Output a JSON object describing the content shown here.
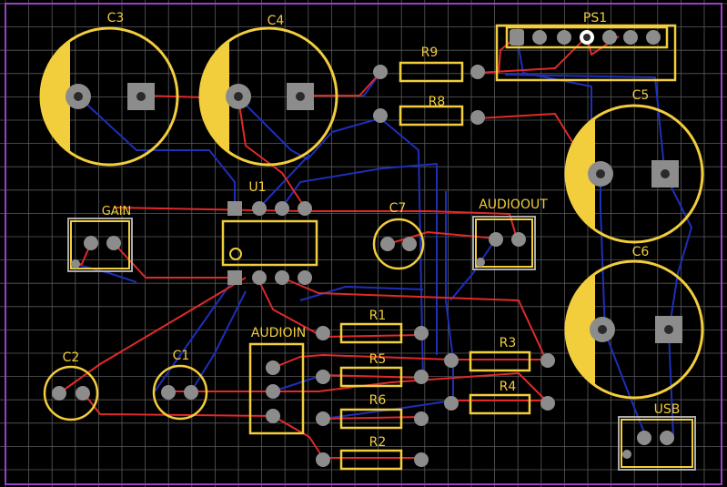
{
  "colors": {
    "background": "#000000",
    "grid": "#5a5a5a",
    "outline": "#9b3fc6",
    "silk": "#f2cd3c",
    "top_trace": "#e02a2a",
    "bottom_trace": "#1e2fb8",
    "pad": "#8c8c8c",
    "hole": "#2a2a2a"
  },
  "labels": {
    "c3": "C3",
    "c4": "C4",
    "ps1": "PS1",
    "r9": "R9",
    "r8": "R8",
    "c5": "C5",
    "u1": "U1",
    "gain": "GAIN",
    "c7": "C7",
    "audioout": "AUDIOOUT",
    "c6": "C6",
    "audioin": "AUDIOIN",
    "r1": "R1",
    "r3": "R3",
    "r5": "R5",
    "r4": "R4",
    "r6": "R6",
    "r2": "R2",
    "c2": "C2",
    "c1": "C1",
    "usb": "USB"
  }
}
